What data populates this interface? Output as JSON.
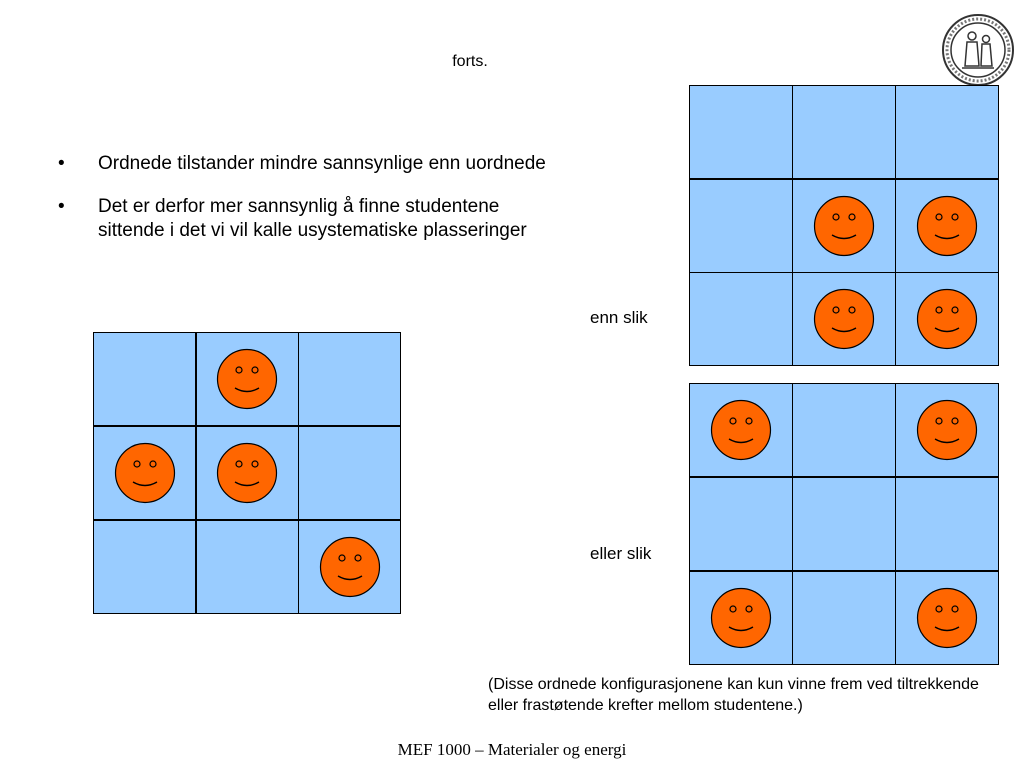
{
  "slide": {
    "title": "forts.",
    "bullets": [
      "Ordnede tilstander mindre sannsynlige enn uordnede",
      "Det er derfor mer sannsynlig å finne studentene sittende i det vi vil kalle usystematiske plasseringer"
    ],
    "label_enn_slik": "enn slik",
    "label_eller_slik": "eller slik",
    "note": "(Disse ordnede konfigurasjonene kan kun vinne frem ved tiltrekkende eller frastøtende krefter mellom studentene.)",
    "footer": "MEF 1000 – Materialer og energi",
    "logo": "university-seal"
  },
  "grids": {
    "disordered": [
      [
        0,
        1,
        0
      ],
      [
        1,
        1,
        0
      ],
      [
        0,
        0,
        1
      ]
    ],
    "ordered_enn_slik": [
      [
        0,
        0,
        0
      ],
      [
        0,
        1,
        1
      ],
      [
        0,
        1,
        1
      ]
    ],
    "ordered_eller_slik": [
      [
        1,
        0,
        1
      ],
      [
        0,
        0,
        0
      ],
      [
        1,
        0,
        1
      ]
    ]
  },
  "colors": {
    "cell": "#99ccff",
    "face": "#ff6600",
    "outline": "#000000"
  }
}
